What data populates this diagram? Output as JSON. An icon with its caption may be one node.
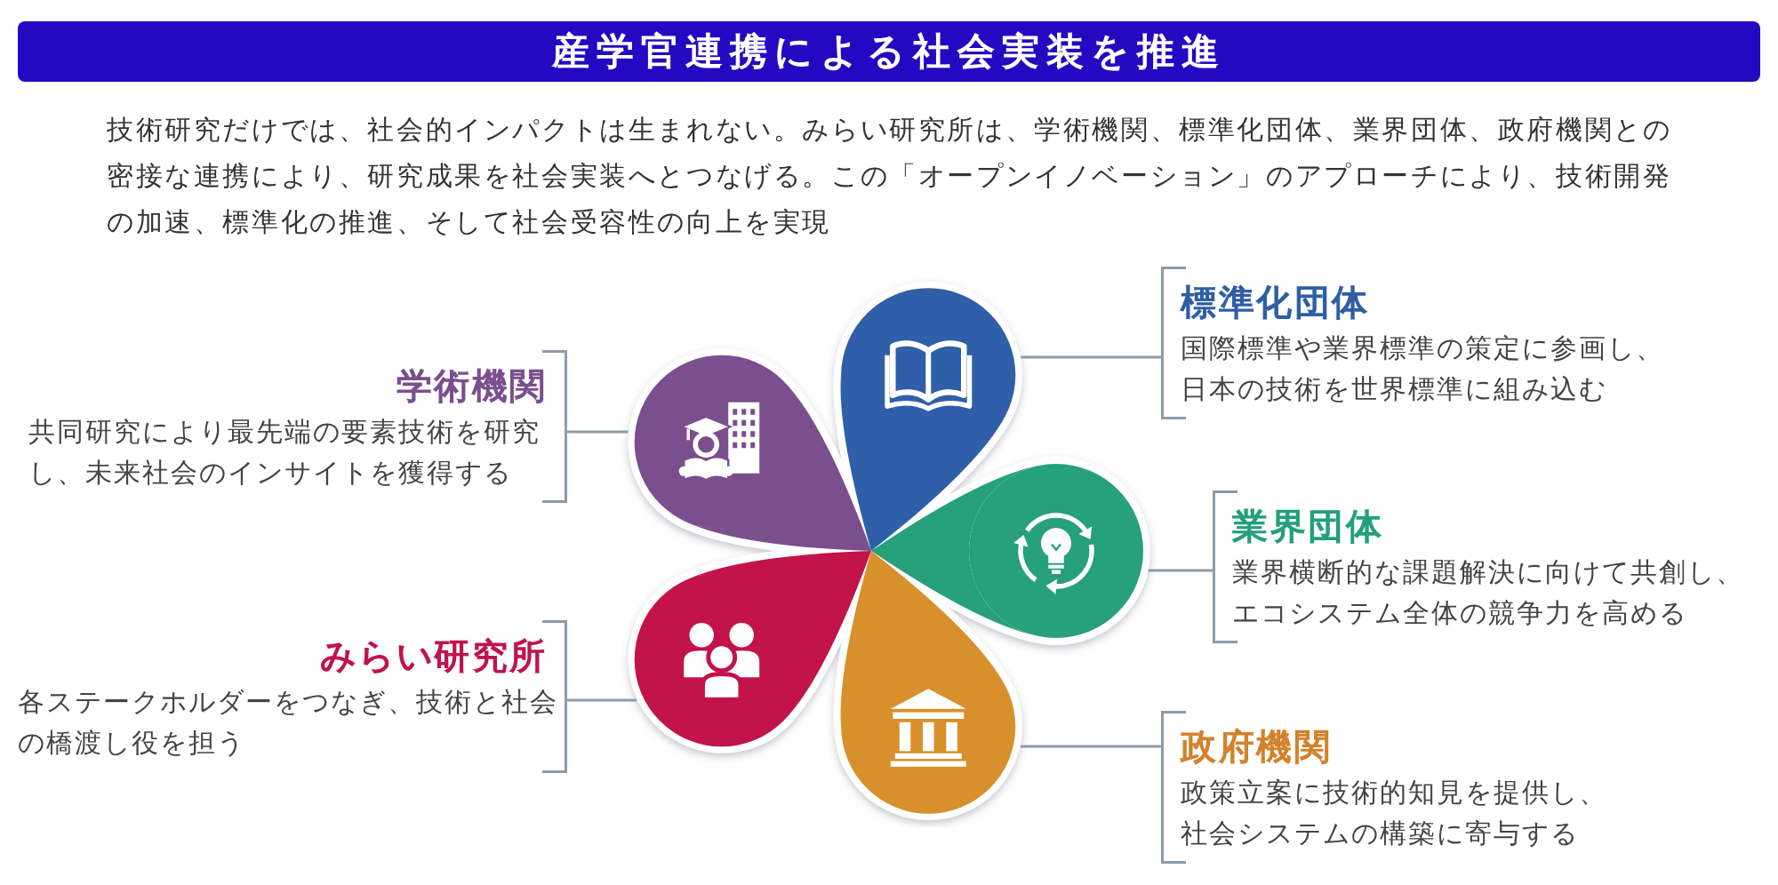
{
  "diagram": {
    "title": "産学官連携による社会実装を推進",
    "nodes": [
      {
        "text": [
          "標準化団体",
          "国際標準や業界標準の策定に参画し、日本の技術を世界標準に組み込む"
        ]
      },
      {
        "text": [
          "学術機関",
          "共同研究により最先端の要素技術を研究し、未来社会のインサイトを獲得する"
        ]
      },
      {
        "text": [
          "業界団体",
          "業界横断的な課題解決に向けて共創し、エコシステム全体の競争力を高める"
        ]
      },
      {
        "text": [
          "みらい研究所",
          "各ステークホルダーをつなぎ、技術と社会の橋渡し役を担う"
        ]
      },
      {
        "text": [
          "政府機関",
          "政策立案に技術的知見を提供し、社会システムの構築に寄与する"
        ]
      },
      {
        "text": [],
        "shape": "petal"
      },
      {
        "text": [],
        "shape": "petal"
      },
      {
        "text": [],
        "shape": "petal"
      },
      {
        "text": [],
        "shape": "petal"
      },
      {
        "text": [],
        "shape": "petal"
      }
    ],
    "edges": [
      {
        "from": 0,
        "to": 5,
        "arrow": "none"
      },
      {
        "from": 1,
        "to": 6,
        "arrow": "none"
      },
      {
        "from": 2,
        "to": 7,
        "arrow": "none"
      },
      {
        "from": 3,
        "to": 8,
        "arrow": "none"
      },
      {
        "from": 4,
        "to": 9,
        "arrow": "none"
      }
    ],
    "labels": [
      "技術研究だけでは、社会的インパクトは生まれない。みらい研究所は、学術機関、標準化団体、業界団体、政府機関との密接な連携により、研究成果を社会実装へとつなげる。この「オープンイノベーション」のアプローチにより、技術開発の加速、標準化の推進、そして社会受容性の向上を実現"
    ]
  }
}
